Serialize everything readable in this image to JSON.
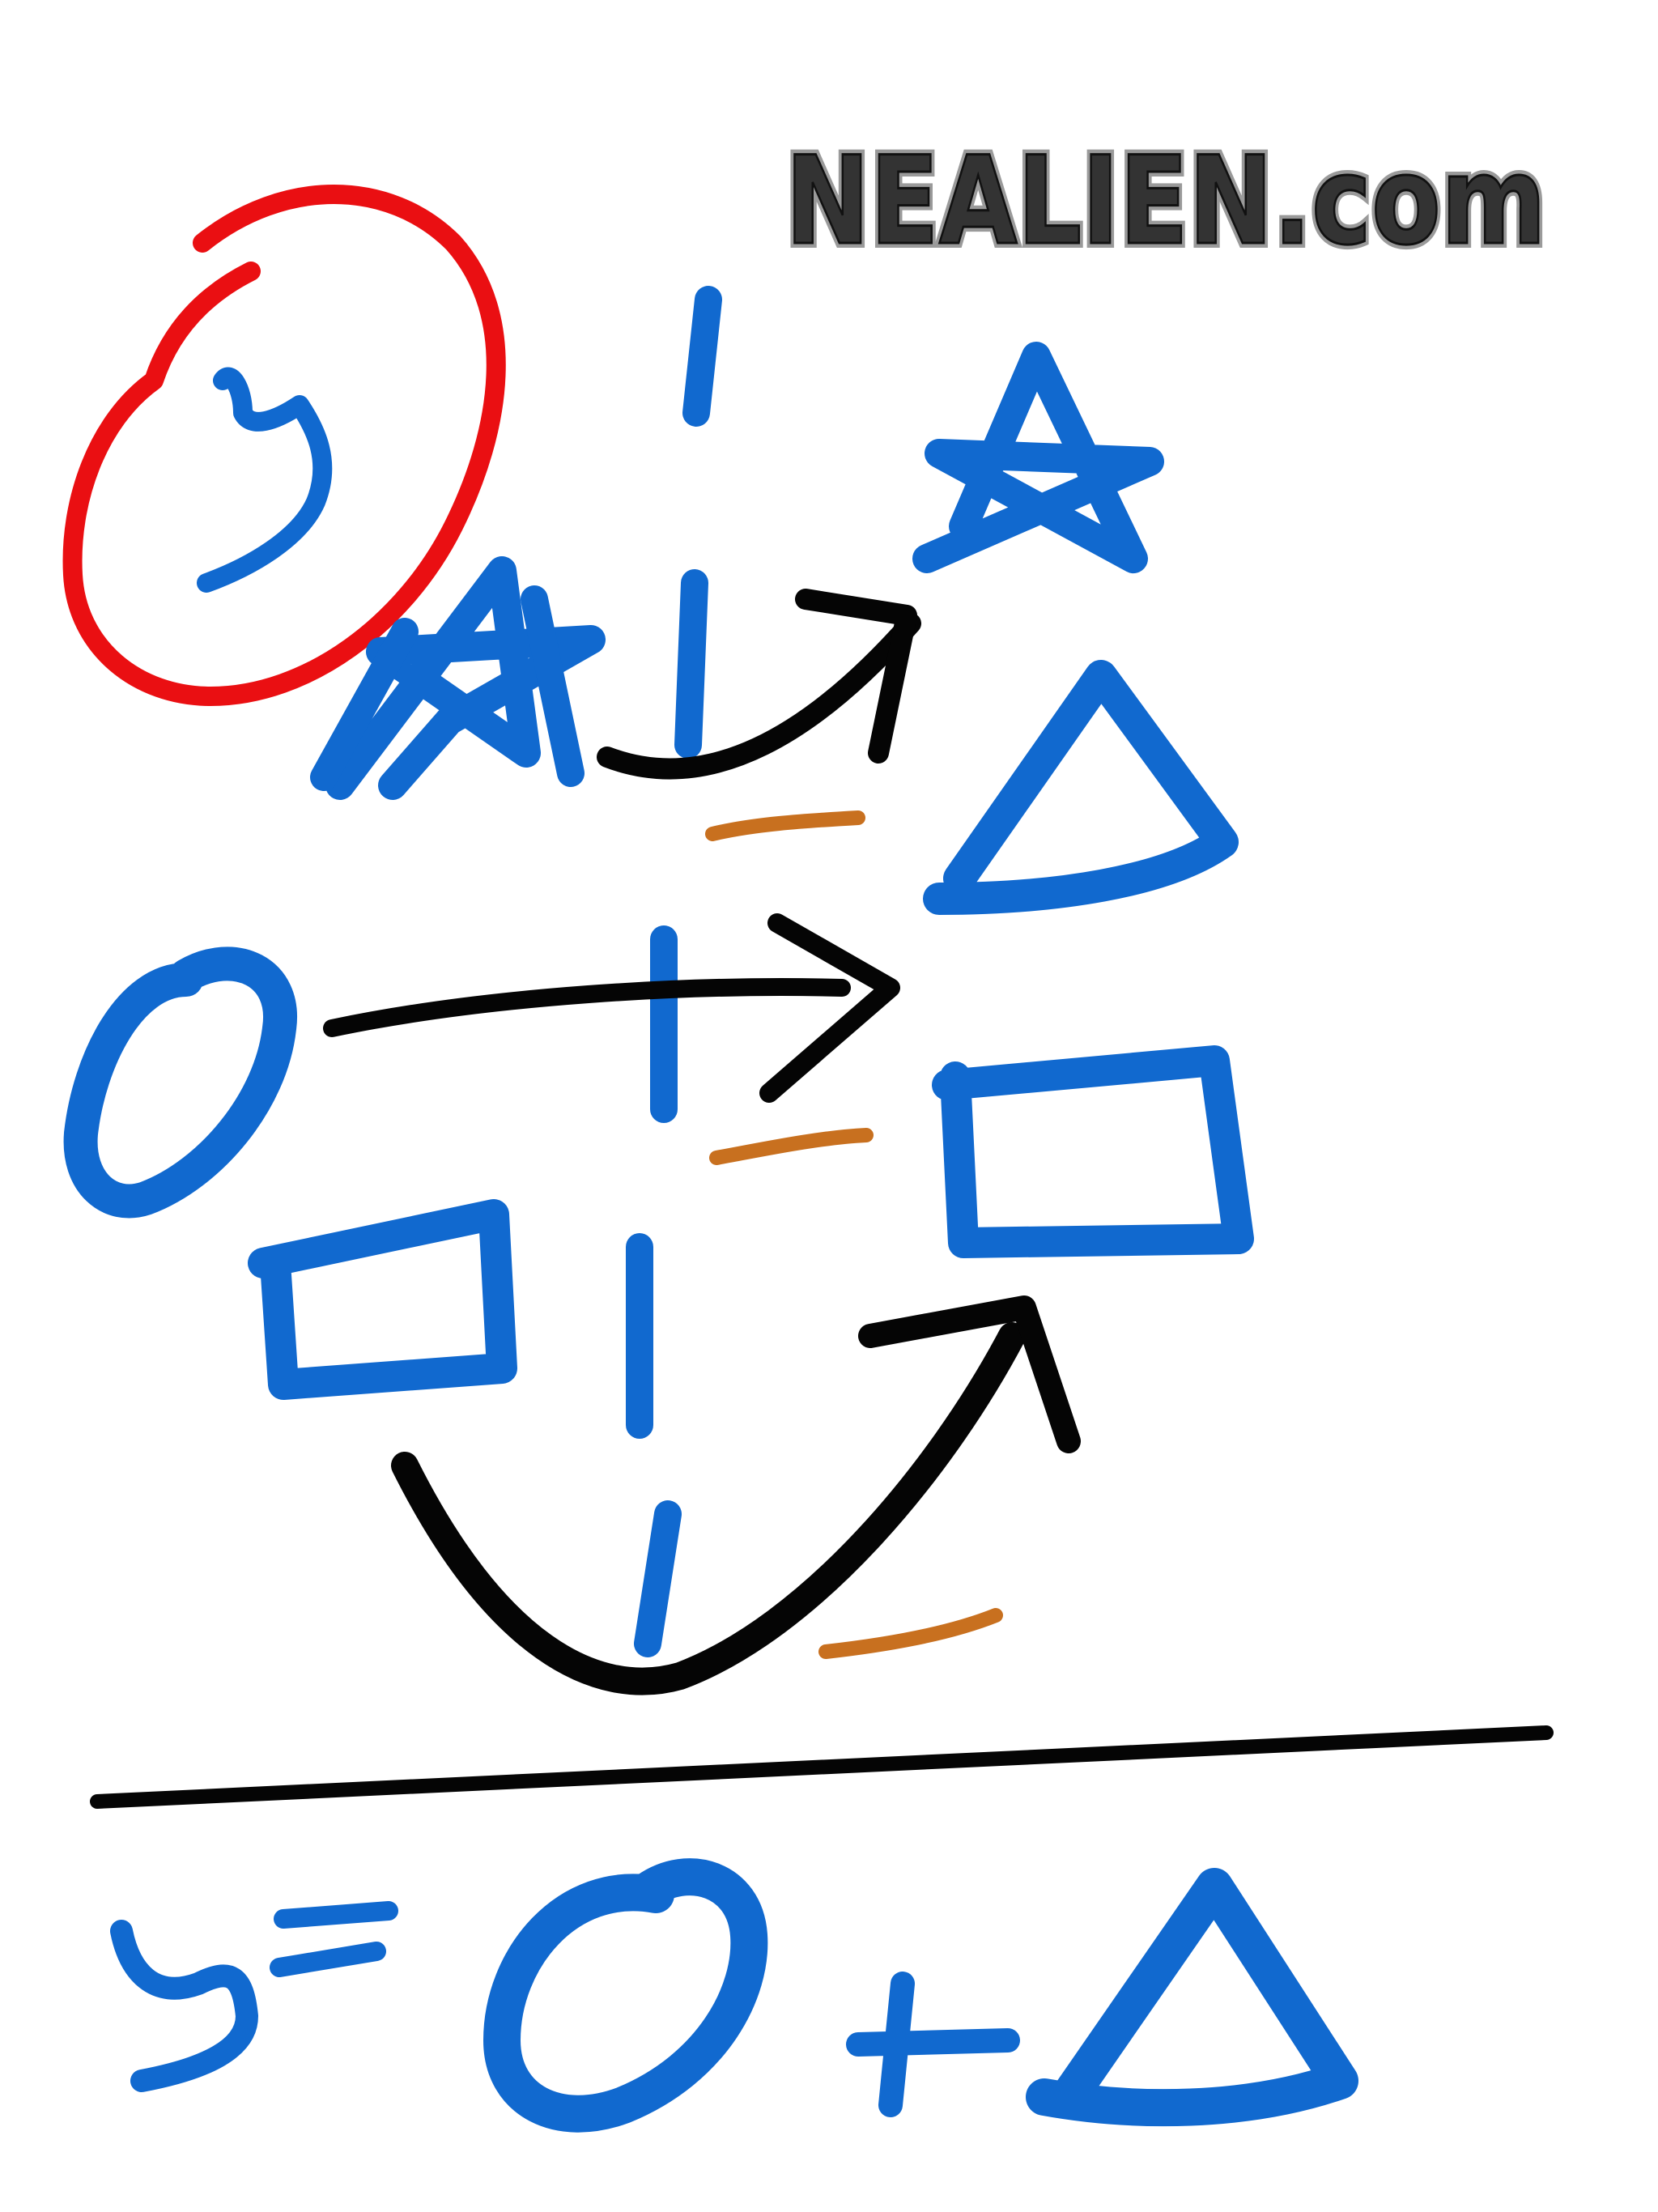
{
  "watermark": {
    "text": "NEALIEN.com"
  },
  "icons": {
    "star": "star-shape",
    "triangle": "triangle-shape",
    "circle": "circle-shape",
    "square": "square-shape"
  },
  "colors": {
    "blue_ink": "#1169cf",
    "red_ink": "#ea0f12",
    "black_ink": "#050505",
    "orange_ink": "#c8701f",
    "background": "#ffffff"
  }
}
